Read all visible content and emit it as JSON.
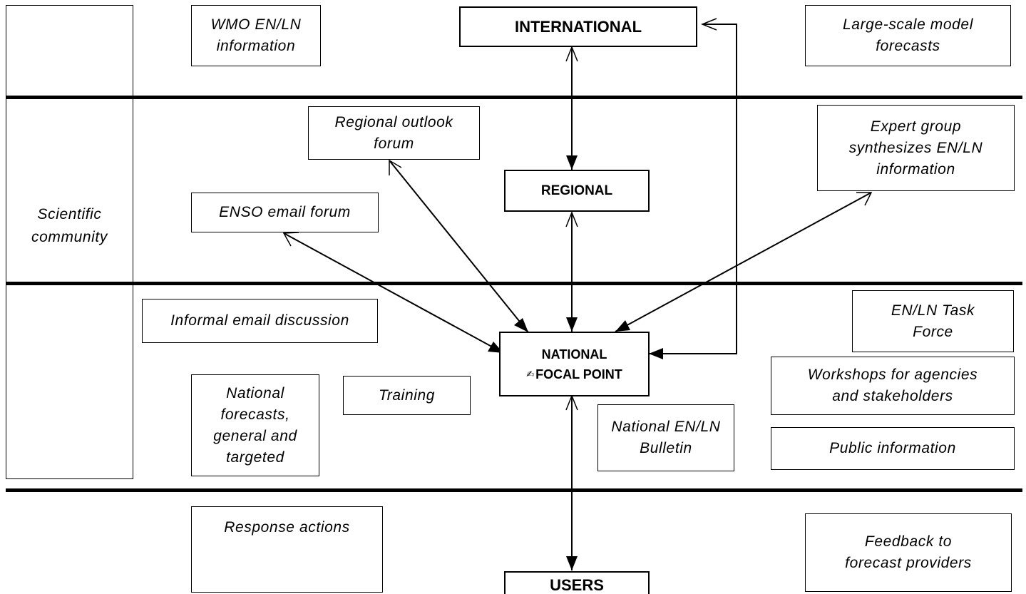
{
  "levels": {
    "international": "INTERNATIONAL",
    "regional": "REGIONAL",
    "national_line1": "NATIONAL",
    "national_icon": "pen-icon",
    "national_line2": "FOCAL POINT",
    "users": "USERS"
  },
  "side_label": "Scientific\ncommunity",
  "international_row": {
    "wmo": "WMO EN/LN\ninformation",
    "large_scale": "Large-scale model\nforecasts"
  },
  "regional_row": {
    "regional_forum": "Regional outlook\nforum",
    "enso_email": "ENSO email forum",
    "expert_group": "Expert group\nsynthesizes EN/LN\ninformation"
  },
  "national_row": {
    "informal_email": "Informal email discussion",
    "national_forecasts": "National\nforecasts,\ngeneral and\ntargeted",
    "training": "Training",
    "bulletin": "National EN/LN\nBulletin",
    "task_force": "EN/LN Task\nForce",
    "workshops": "Workshops for agencies\nand stakeholders",
    "public_info": "Public information"
  },
  "users_row": {
    "response": "Response actions",
    "feedback": "Feedback to\nforecast providers"
  }
}
